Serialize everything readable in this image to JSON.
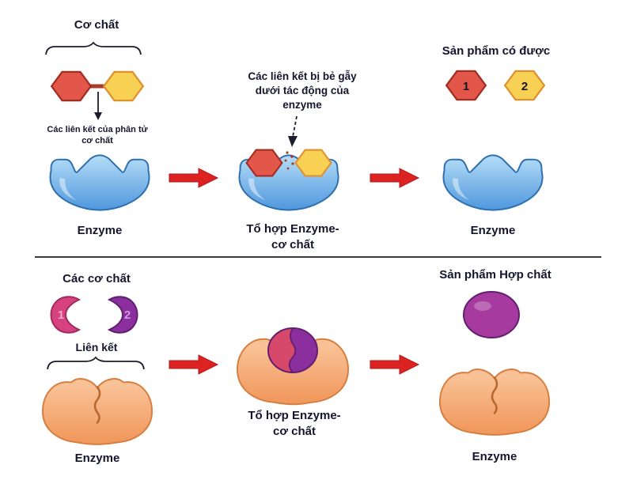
{
  "colors": {
    "text": "#15152e",
    "divider": "#3a3a3a",
    "arrow_red": "#dd2222",
    "arrow_red_dark": "#b01a1a",
    "enzyme_blue_light": "#b5ddf8",
    "enzyme_blue": "#4f97dd",
    "enzyme_blue_border": "#2e6fae",
    "hex_red": "#e25749",
    "hex_red_border": "#a22d22",
    "hex_yellow": "#f8d054",
    "hex_yellow_border": "#df9130",
    "bond_brown": "#a83b2a",
    "shape_pink": "#d6427f",
    "shape_pink_border": "#9e2c5e",
    "shape_pink_light": "#f0a9cb",
    "shape_purple": "#8b2f9e",
    "shape_purple_border": "#611f70",
    "shape_purple_light": "#cf9ade",
    "ball_red": "#d6496b",
    "product_purple": "#a63a9e",
    "enzyme_orange_light": "#f9c296",
    "enzyme_orange": "#f19a60",
    "enzyme_orange_border": "#d77e41",
    "squiggle_brown": "#b9682f"
  },
  "top": {
    "substrate_label": "Cơ chất",
    "substrate_bonds_label": "Các liên kết của phân tử cơ chất",
    "enzyme_left_label": "Enzyme",
    "breaking_label": "Các liên kết bị bẻ gẫy dưới tác động của enzyme",
    "complex_label": "Tổ hợp Enzyme-cơ chất",
    "products_label": "Sản phẩm có được",
    "product1": "1",
    "product2": "2",
    "enzyme_right_label": "Enzyme"
  },
  "bottom": {
    "substrates_label": "Các cơ chất",
    "substrate1": "1",
    "substrate2": "2",
    "bond_label": "Liên kết",
    "enzyme_left_label": "Enzyme",
    "complex_label": "Tổ hợp Enzyme-cơ chất",
    "product_label": "Sản phẩm Hợp chất",
    "enzyme_right_label": "Enzyme"
  }
}
